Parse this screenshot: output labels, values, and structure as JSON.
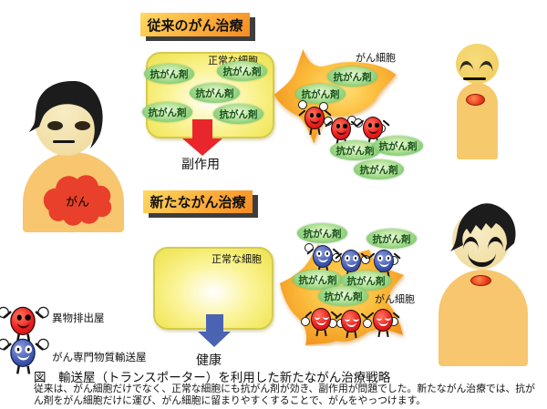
{
  "conventional": {
    "header": "従来のがん治療",
    "normal_cell": "正常な細胞",
    "cancer_cell": "がん細胞",
    "drug": "抗がん剤",
    "outcome": "副作用"
  },
  "new_treatment": {
    "header": "新たながん治療",
    "normal_cell": "正常な細胞",
    "cancer_cell": "がん細胞",
    "drug": "抗がん剤",
    "outcome": "健康"
  },
  "patient": {
    "tumor": "がん"
  },
  "legend": {
    "expeller": "異物排出屋",
    "transporter": "がん専門物質輸送屋"
  },
  "caption": "図　輸送屋（トランスポーター）を利用した新たながん治療戦略",
  "description": "従来は、がん細胞だけでなく、正常な細胞にも抗がん剤が効き、副作用が問題でした。新たながん治療では、抗がん剤をがん細胞だけに運び、がん細胞に留まりやすくすることで、がんをやっつけます。",
  "colors": {
    "header_orange": "#f79b2e",
    "cell_yellow": "#f3e965",
    "drug_green": "#74c368",
    "cancer_star_orange": "#f8a62a",
    "side_effect_arrow_red": "#e9262b",
    "health_arrow_blue": "#4a63b3",
    "expeller_red": "#ea2020",
    "transporter_blue": "#3f57b0"
  }
}
